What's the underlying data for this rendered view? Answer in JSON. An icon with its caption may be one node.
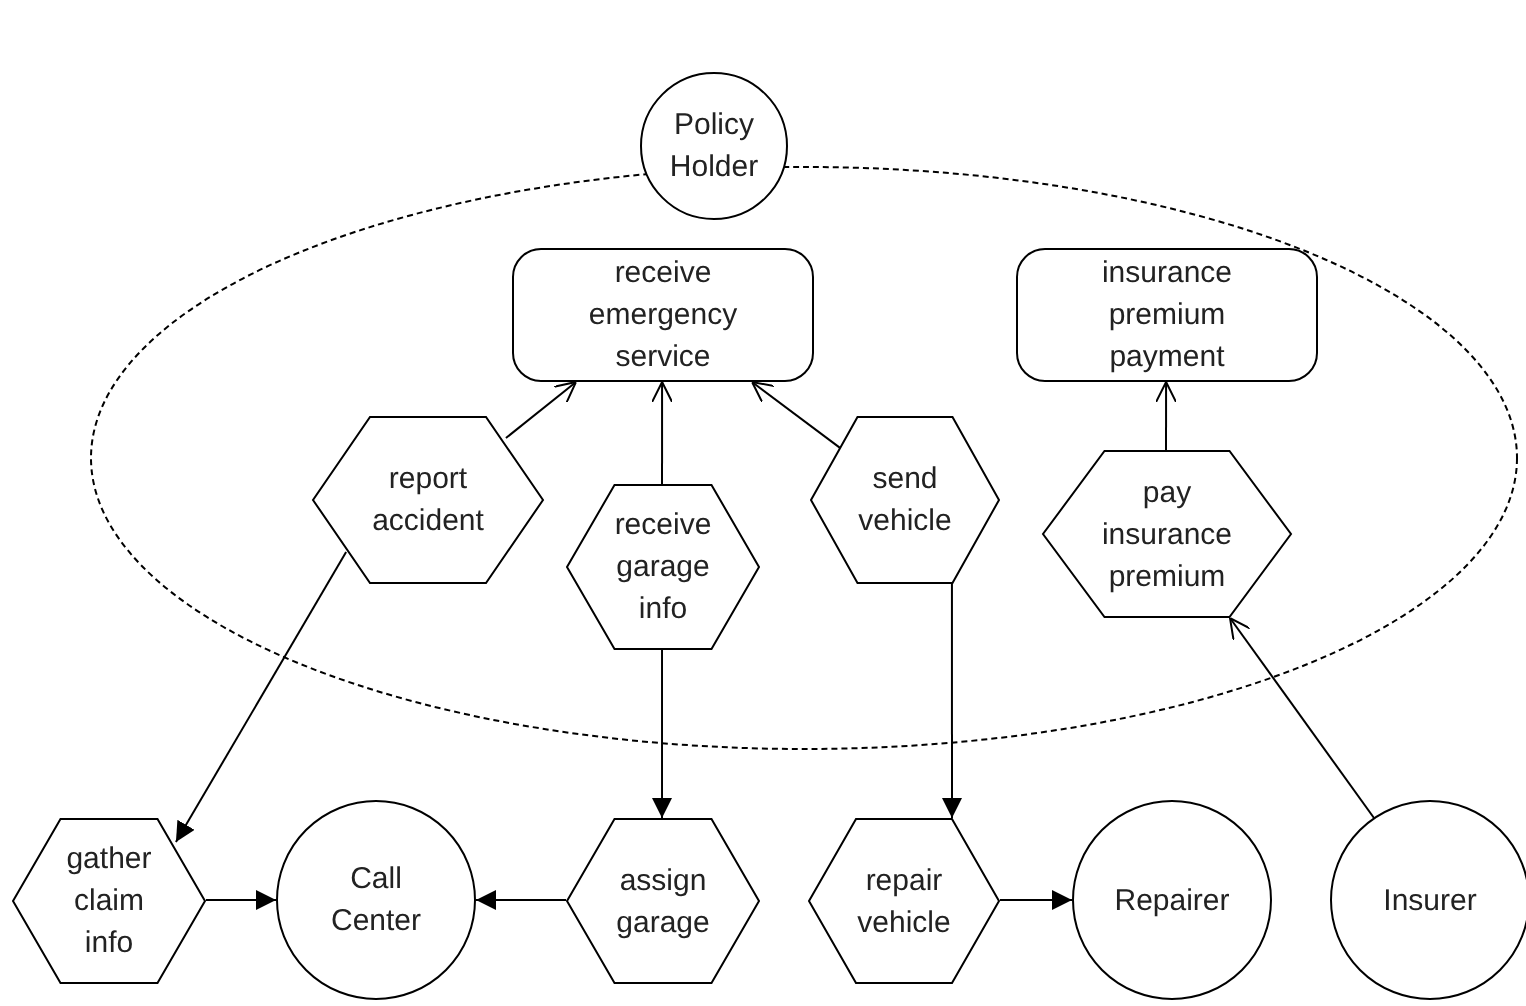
{
  "diagram": {
    "nodes": [
      {
        "text": [
          "Policy Holder"
        ]
      },
      {
        "text": [],
        "shape": "ellipse"
      },
      {
        "text": [
          "receive emergency service"
        ],
        "in": 1
      },
      {
        "text": [
          "insurance premium payment"
        ],
        "in": 1
      },
      {
        "text": [
          "report accident"
        ],
        "in": 1
      },
      {
        "text": [
          "receive garage info"
        ],
        "in": 1
      },
      {
        "text": [
          "send vehicle"
        ],
        "in": 1
      },
      {
        "text": [
          "pay insurance premium"
        ],
        "in": 1
      },
      {
        "text": [
          "gather claim info"
        ]
      },
      {
        "text": [
          "Call Center"
        ]
      },
      {
        "text": [
          "assign garage"
        ]
      },
      {
        "text": [
          "repair vehicle"
        ]
      },
      {
        "text": [
          "Repairer"
        ]
      },
      {
        "text": [
          "Insurer"
        ]
      }
    ],
    "edges": [
      {
        "from": 4,
        "to": 2,
        "arrow": "to"
      },
      {
        "from": 5,
        "to": 2,
        "arrow": "to"
      },
      {
        "from": 6,
        "to": 2,
        "arrow": "to"
      },
      {
        "from": 7,
        "to": 3,
        "arrow": "to"
      },
      {
        "from": 4,
        "to": 8,
        "arrow": "to"
      },
      {
        "from": 5,
        "to": 10,
        "arrow": "to"
      },
      {
        "from": 6,
        "to": 11,
        "arrow": "to"
      },
      {
        "from": 13,
        "to": 7,
        "arrow": "to"
      },
      {
        "from": 8,
        "to": 9,
        "arrow": "to"
      },
      {
        "from": 10,
        "to": 9,
        "arrow": "to"
      },
      {
        "from": 11,
        "to": 12,
        "arrow": "to"
      }
    ]
  }
}
